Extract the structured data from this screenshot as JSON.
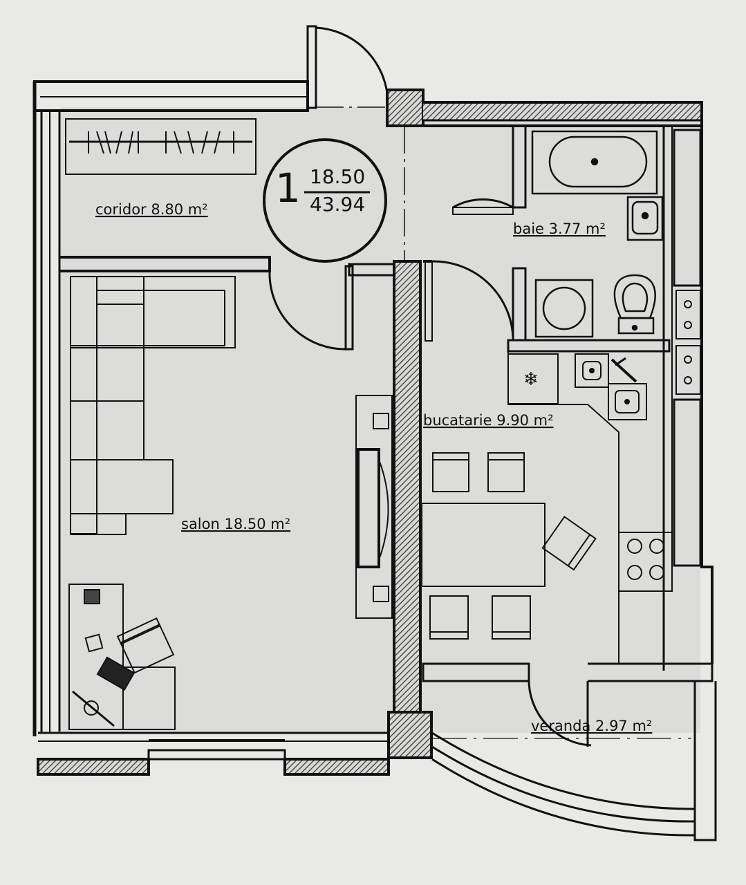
{
  "apartment": {
    "number": "1",
    "living_area": "18.50",
    "total_area": "43.94"
  },
  "rooms": [
    {
      "id": "corridor",
      "label": "coridor 8.80 m²"
    },
    {
      "id": "bathroom",
      "label": "baie 3.77 m²"
    },
    {
      "id": "kitchen",
      "label": "bucatarie 9.90 m²"
    },
    {
      "id": "living",
      "label": "salon 18.50 m²"
    },
    {
      "id": "veranda",
      "label": "veranda 2.97 m²"
    }
  ],
  "colors": {
    "paper": "#e9e9e7",
    "ink": "#111111",
    "hatch": "#555555"
  }
}
